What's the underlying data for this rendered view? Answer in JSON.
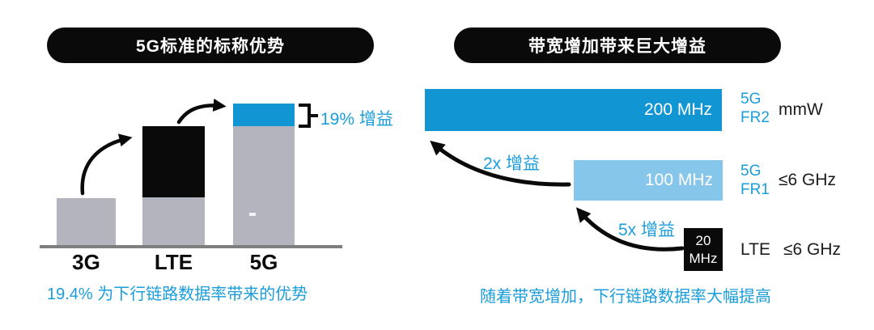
{
  "colors": {
    "accent_blue": "#1295d3",
    "light_blue": "#85c6ea",
    "text_blue": "#1b9ddb",
    "bar_gray": "#b4b4be",
    "baseline_gray": "#7e7e7e",
    "black": "#0a0a0a",
    "white": "#ffffff"
  },
  "left_panel": {
    "title": "5G标准的标称优势",
    "bars": [
      {
        "label": "3G"
      },
      {
        "label": "LTE"
      },
      {
        "label": "5G"
      }
    ],
    "gain_callout": "19% 增益",
    "caption": "19.4% 为下行链路数据率带来的优势"
  },
  "right_panel": {
    "title": "带宽增加带来巨大增益",
    "rows": [
      {
        "bandwidth": "200 MHz",
        "tech": "5G",
        "band": "FR2",
        "spectrum": "mmW"
      },
      {
        "bandwidth": "100 MHz",
        "tech": "5G",
        "band": "FR1",
        "spectrum": "≤6 GHz"
      },
      {
        "bandwidth_value": "20",
        "bandwidth_unit": "MHz",
        "tech": "LTE",
        "spectrum": "≤6 GHz"
      }
    ],
    "gain_labels": {
      "to_fr2": "2x 增益",
      "to_fr1": "5x 增益"
    },
    "caption": "随着带宽增加，下行链路数据率大幅提高"
  }
}
